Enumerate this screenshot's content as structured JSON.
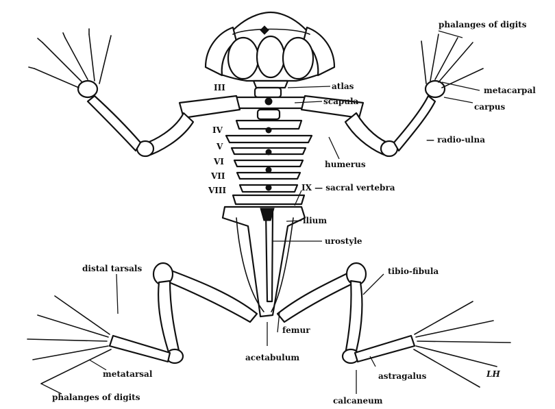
{
  "labels": {
    "phalanges_top": "phalanges of digits",
    "atlas": "atlas",
    "scapula": "scapula",
    "metacarpal": "metacarpal",
    "carpus": "carpus",
    "radio_ulna": "— radio-ulna",
    "humerus": "humerus",
    "sacral": "IX — sacral vertebra",
    "ilium": "ilium",
    "urostyle": "urostyle",
    "distal_tarsals": "distal tarsals",
    "tibio_fibula": "tibio-fibula",
    "femur": "femur",
    "acetabulum": "acetabulum",
    "metatarsal": "metatarsal",
    "astragalus": "astragalus",
    "phalanges_bottom": "phalanges of digits",
    "calcaneum": "calcaneum",
    "signature": "LH"
  },
  "vertebra_numbers": [
    "III",
    "IV",
    "V",
    "VI",
    "VII",
    "VIII"
  ]
}
